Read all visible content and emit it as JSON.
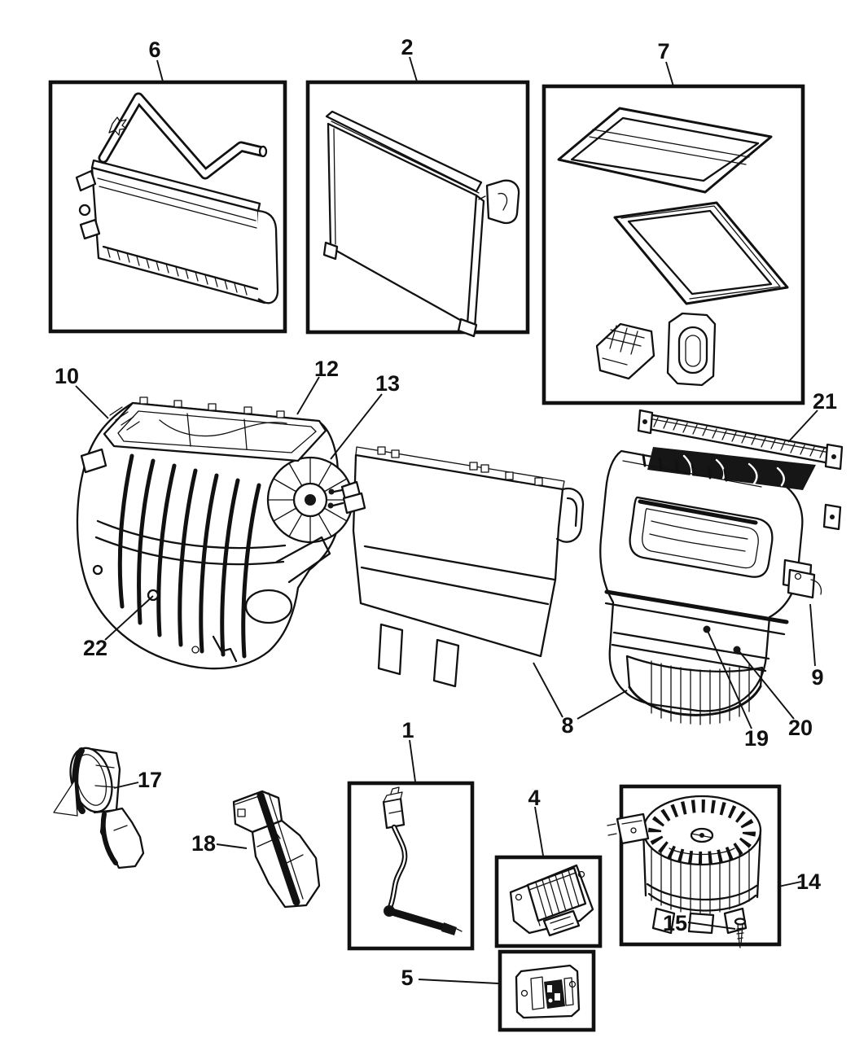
{
  "diagram": {
    "background_color": "#ffffff",
    "line_color": "#111111",
    "callouts": {
      "c1": {
        "label": "1"
      },
      "c2": {
        "label": "2"
      },
      "c4": {
        "label": "4"
      },
      "c5": {
        "label": "5"
      },
      "c6": {
        "label": "6"
      },
      "c7": {
        "label": "7"
      },
      "c8": {
        "label": "8"
      },
      "c9": {
        "label": "9"
      },
      "c10": {
        "label": "10"
      },
      "c12": {
        "label": "12"
      },
      "c13": {
        "label": "13"
      },
      "c14": {
        "label": "14"
      },
      "c15": {
        "label": "15"
      },
      "c17": {
        "label": "17"
      },
      "c18": {
        "label": "18"
      },
      "c19": {
        "label": "19"
      },
      "c20": {
        "label": "20"
      },
      "c21": {
        "label": "21"
      },
      "c22": {
        "label": "22"
      }
    }
  }
}
